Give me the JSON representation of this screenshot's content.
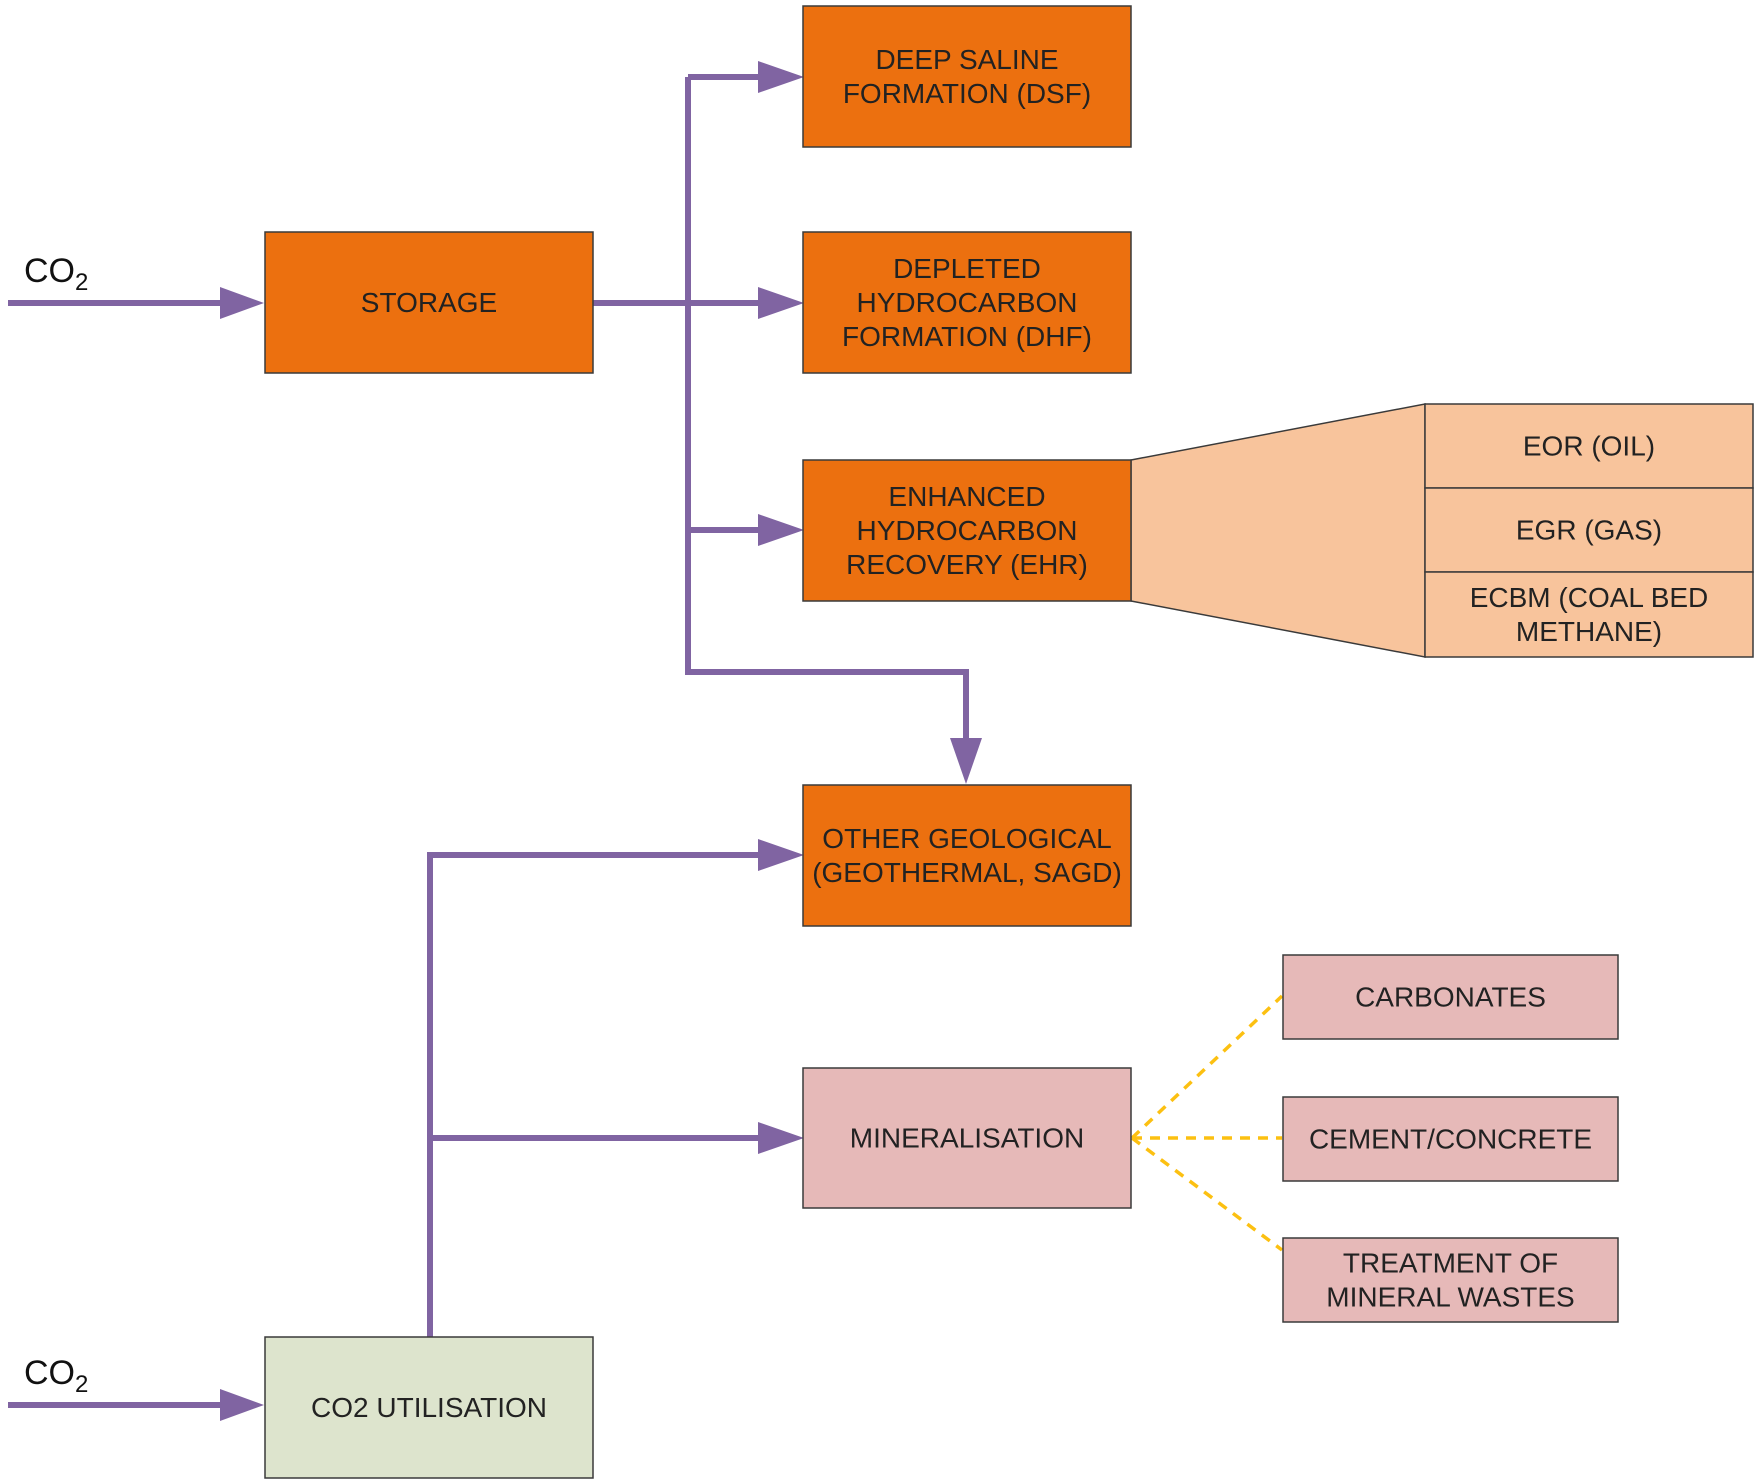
{
  "inputs": {
    "storage_input": {
      "text": "CO",
      "subscript": "2"
    },
    "utilisation_input": {
      "text": "CO",
      "subscript": "2"
    }
  },
  "nodes": {
    "storage": {
      "lines": [
        "STORAGE"
      ],
      "fill": "#ec700f"
    },
    "dsf": {
      "lines": [
        "DEEP SALINE",
        "FORMATION (DSF)"
      ],
      "fill": "#ec700f"
    },
    "dhf": {
      "lines": [
        "DEPLETED",
        "HYDROCARBON",
        "FORMATION (DHF)"
      ],
      "fill": "#ec700f"
    },
    "ehr": {
      "lines": [
        "ENHANCED",
        "HYDROCARBON",
        "RECOVERY (EHR)"
      ],
      "fill": "#ec700f"
    },
    "other_geological": {
      "lines": [
        "OTHER GEOLOGICAL",
        "(GEOTHERMAL, SAGD)"
      ],
      "fill": "#ec700f"
    },
    "mineralisation": {
      "lines": [
        "MINERALISATION"
      ],
      "fill": "#e6b9b8"
    },
    "co2_utilisation": {
      "lines": [
        "CO2 UTILISATION"
      ],
      "fill": "#dde4cd"
    },
    "carbonates": {
      "lines": [
        "CARBONATES"
      ],
      "fill": "#e6b9b8"
    },
    "cement": {
      "lines": [
        "CEMENT/CONCRETE"
      ],
      "fill": "#e6b9b8"
    },
    "mineral_wastes": {
      "lines": [
        "TREATMENT OF",
        "MINERAL WASTES"
      ],
      "fill": "#e6b9b8"
    }
  },
  "ehr_breakdown": {
    "fill": "#f8c49c",
    "items": [
      {
        "lines": [
          "EOR (OIL)"
        ]
      },
      {
        "lines": [
          "EGR (GAS)"
        ]
      },
      {
        "lines": [
          "ECBM (COAL BED",
          "METHANE)"
        ]
      }
    ]
  },
  "colors": {
    "flow_arrow": "#8064a2",
    "dashed_link": "#fcc011",
    "box_border": "#3a3a3a"
  }
}
